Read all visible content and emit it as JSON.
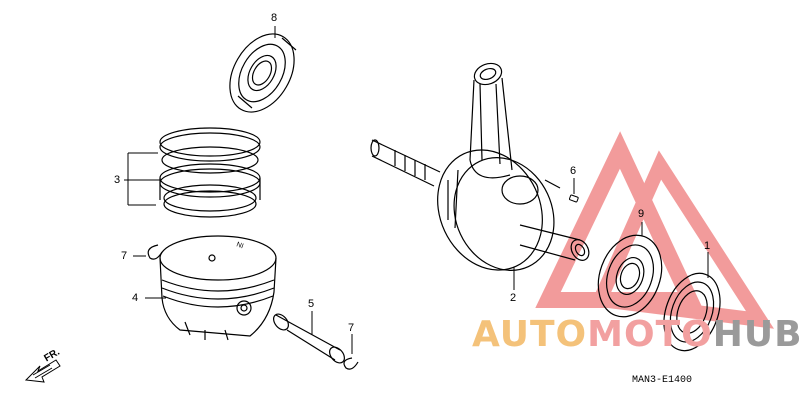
{
  "callouts": [
    {
      "id": "1",
      "label": "1"
    },
    {
      "id": "2",
      "label": "2"
    },
    {
      "id": "3",
      "label": "3"
    },
    {
      "id": "4",
      "label": "4"
    },
    {
      "id": "5",
      "label": "5"
    },
    {
      "id": "6",
      "label": "6"
    },
    {
      "id": "7a",
      "label": "7"
    },
    {
      "id": "7b",
      "label": "7"
    },
    {
      "id": "8",
      "label": "8"
    },
    {
      "id": "9",
      "label": "9"
    }
  ],
  "piston_mark": "NI",
  "direction_label": "FR.",
  "diagram_code": "MAN3-E1400",
  "watermark": {
    "part1": "AUTO",
    "part2": "MOTO",
    "part3": "HUB",
    "colors": {
      "part1": "#f4c27a",
      "part2": "#f2a0a0",
      "part3": "#9a9a9a",
      "logo": "#e84b4b"
    }
  }
}
